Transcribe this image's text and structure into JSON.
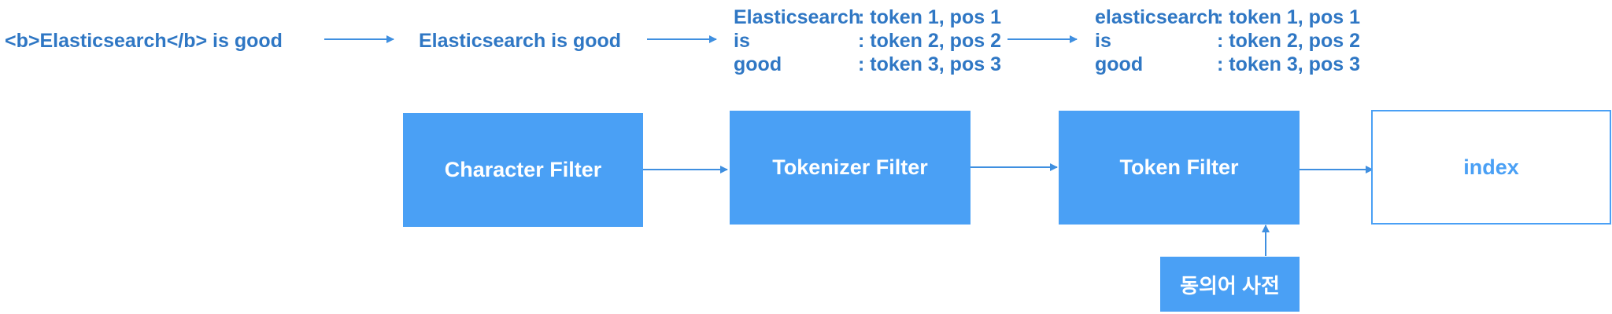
{
  "top_flow": {
    "raw_text": "<b>Elasticsearch</b> is good",
    "after_char_filter": "Elasticsearch is good",
    "after_tokenizer": [
      {
        "term": "Elasticsearch",
        "info": ": token 1, pos 1"
      },
      {
        "term": "is",
        "info": ": token 2, pos 2"
      },
      {
        "term": "good",
        "info": ": token 3, pos 3"
      }
    ],
    "after_token_filter": [
      {
        "term": "elasticsearch",
        "info": ": token 1, pos 1"
      },
      {
        "term": "is",
        "info": ": token 2, pos 2"
      },
      {
        "term": "good",
        "info": ": token 3, pos 3"
      }
    ]
  },
  "pipeline": {
    "character_filter": "Character Filter",
    "tokenizer_filter": "Tokenizer Filter",
    "token_filter": "Token Filter",
    "index": "index",
    "synonym_dictionary": "동의어 사전"
  },
  "colors": {
    "text": "#2f77c4",
    "box_fill": "#4aa0f5",
    "arrow": "#3f8fe0"
  }
}
